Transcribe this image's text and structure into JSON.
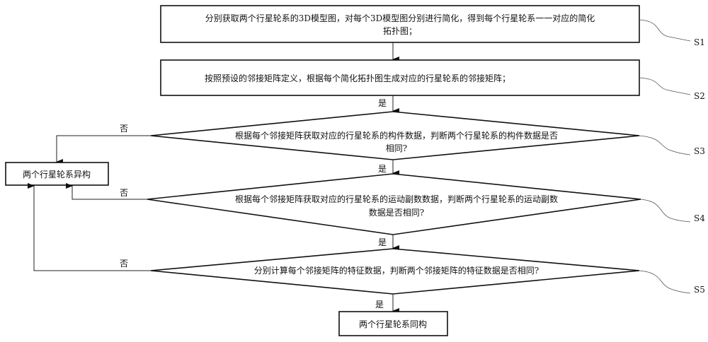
{
  "steps": {
    "s1": {
      "line1": "分别获取两个行星轮系的3D模型图，对每个3D模型图分别进行简化，得到每个行星轮系一一对应的简化",
      "line2": "拓扑图；",
      "label": "S1"
    },
    "s2": {
      "line1": "按照预设的邻接矩阵定义，根据每个简化拓扑图生成对应的行星轮系的邻接矩阵；",
      "label": "S2"
    },
    "s3": {
      "line1": "根据每个邻接矩阵获取对应的行星轮系的构件数据，判断两个行星轮系的构件数据是否",
      "line2": "相同?",
      "label": "S3"
    },
    "s4": {
      "line1": "根据每个邻接矩阵获取对应的行星轮系的运动副数数据，判断两个行星轮系的运动副数",
      "line2": "数据是否相同?",
      "label": "S4"
    },
    "s5": {
      "line1": "分别计算每个邻接矩阵的特征数据，判断两个邻接矩阵的特征数据是否相同?",
      "label": "S5"
    }
  },
  "results": {
    "heterogeneous": "两个行星轮系异构",
    "isomorphic": "两个行星轮系同构"
  },
  "edges": {
    "yes": "是",
    "no": "否"
  }
}
